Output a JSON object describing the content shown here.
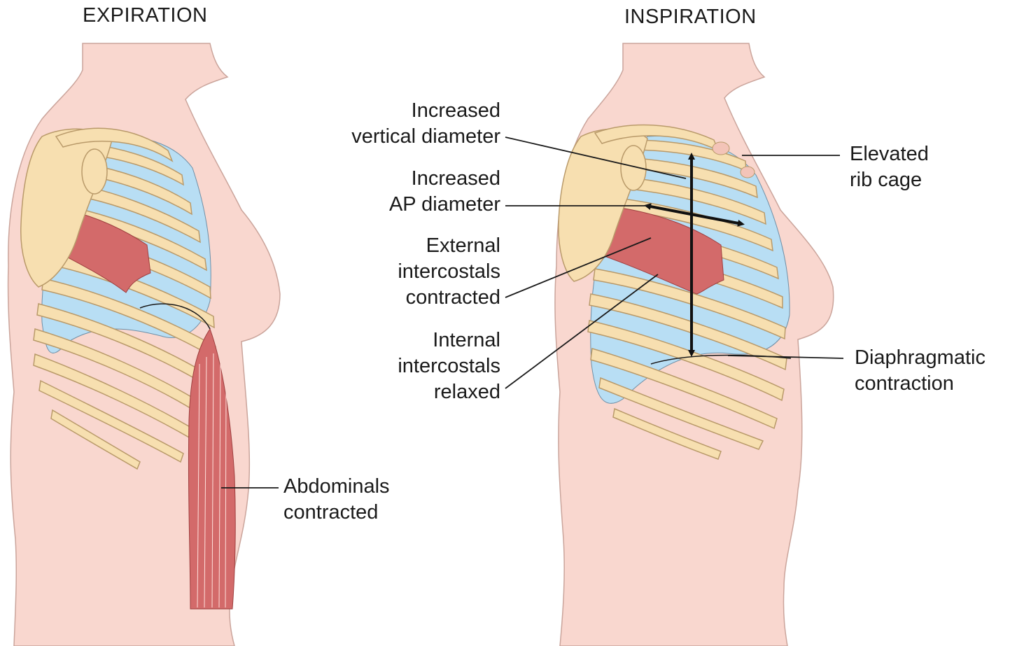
{
  "panels": {
    "left_title": "EXPIRATION",
    "right_title": "INSPIRATION"
  },
  "labels": {
    "vertical": [
      "Increased",
      "vertical diameter"
    ],
    "ap": [
      "Increased",
      "AP diameter"
    ],
    "external": [
      "External",
      "intercostals",
      "contracted"
    ],
    "internal": [
      "Internal",
      "intercostals",
      "relaxed"
    ],
    "elevated": [
      "Elevated",
      "rib cage"
    ],
    "diaphragm": [
      "Diaphragmatic",
      "contraction"
    ],
    "abdominals": [
      "Abdominals",
      "contracted"
    ]
  },
  "colors": {
    "skin": "#f9d7cf",
    "skin_outline": "#caa49b",
    "bone": "#f7dfb0",
    "bone_outline": "#b99a6a",
    "lung": "#b8def4",
    "muscle": "#d36a6a",
    "muscle_dark": "#b84f4f",
    "cartilage": "#f3c4b8",
    "leader": "#1a1a1a"
  }
}
